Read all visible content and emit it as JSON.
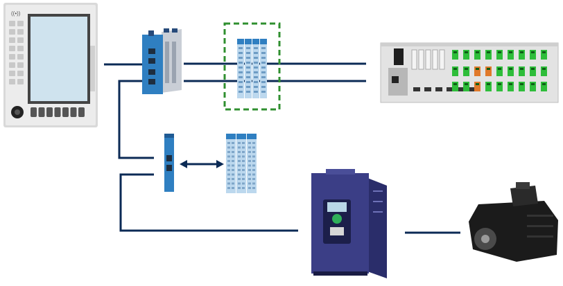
{
  "diagram": {
    "hmi": {
      "name": "operator-panel",
      "brand_text": "",
      "rfid_symbol": "((•))"
    },
    "controller": {
      "name": "plc-controller"
    },
    "io_module_dashed": {
      "name": "remote-io-module",
      "slices": 4
    },
    "io_rack": {
      "name": "io-rack-backplane"
    },
    "coupler": {
      "name": "bus-coupler"
    },
    "io_block": {
      "name": "io-block",
      "slices": 3
    },
    "drive": {
      "name": "servo-drive"
    },
    "motor": {
      "name": "servo-motor"
    }
  },
  "colors": {
    "cable": "#0b2a55",
    "module_blue": "#2f7fc1",
    "module_light": "#bcd8ee",
    "dashed_green": "#2f8f2f",
    "drive_body": "#3b3e86",
    "drive_dark": "#25285e",
    "hmi_frame": "#d9d9d9",
    "hmi_screen": "#cfe3ee",
    "motor_black": "#1b1b1b",
    "rack_gray": "#e3e3e3",
    "terminal_green": "#2ebd3a",
    "terminal_orange": "#e0792b"
  }
}
